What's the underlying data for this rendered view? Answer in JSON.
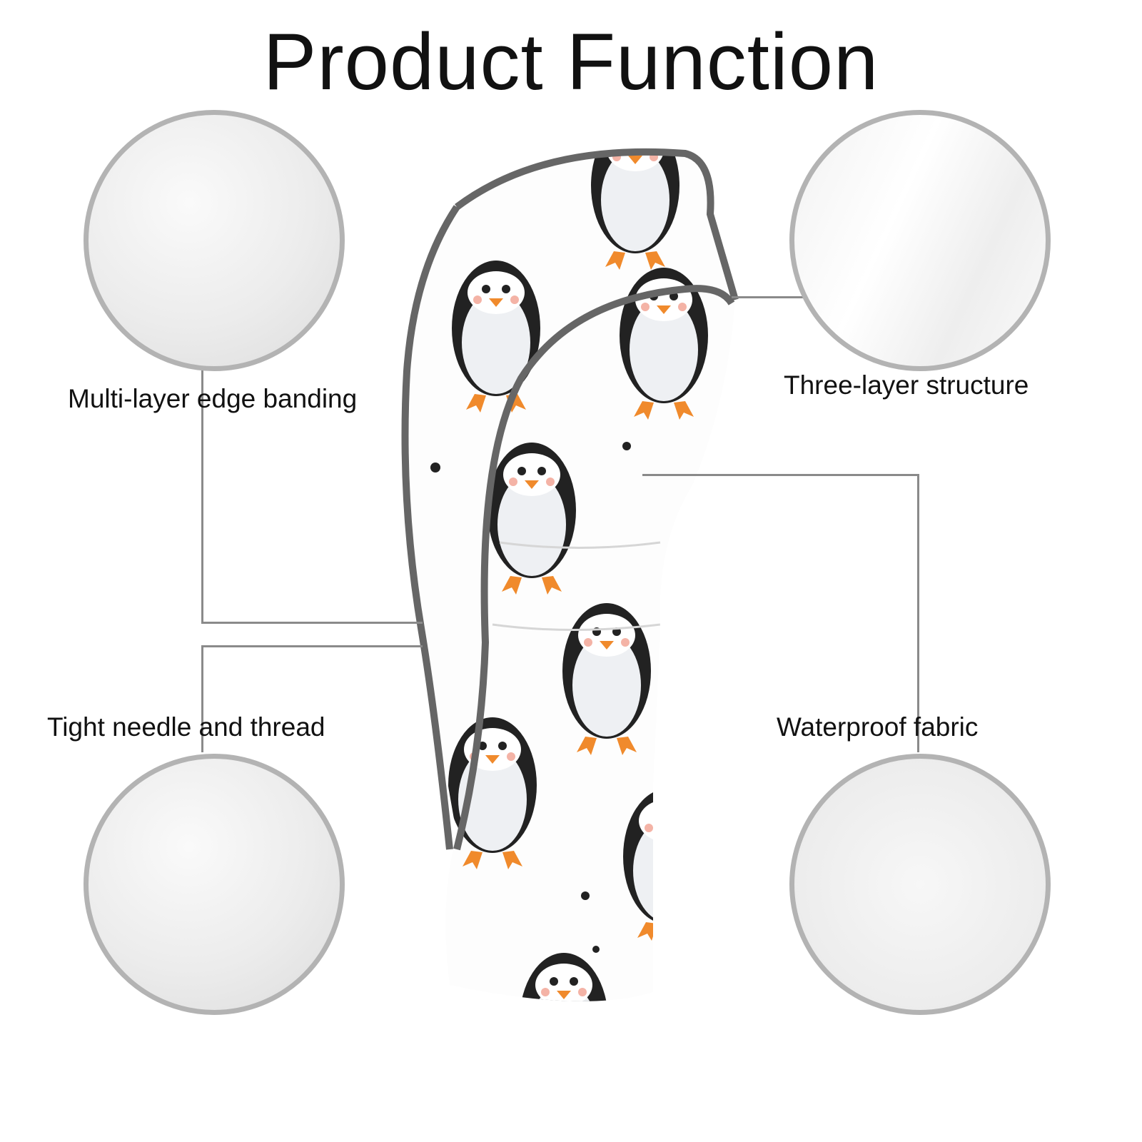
{
  "title": "Product Function",
  "features": [
    {
      "label": "Multi-layer edge banding"
    },
    {
      "label": "Three-layer structure"
    },
    {
      "label": "Tight needle and thread"
    },
    {
      "label": "Waterproof fabric"
    }
  ],
  "colors": {
    "outline": "#666666",
    "circle_border": "#b3b3b3",
    "penguin_black": "#222222",
    "penguin_orange": "#f08a2c"
  }
}
